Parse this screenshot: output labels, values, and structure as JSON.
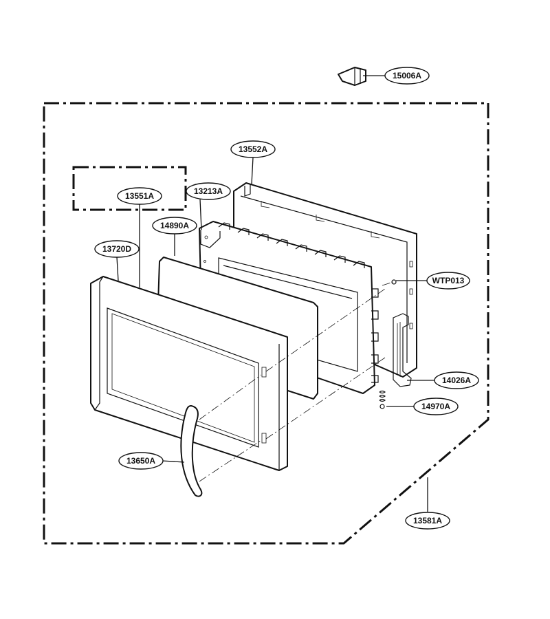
{
  "callouts": {
    "p15006A": "15006A",
    "p13552A": "13552A",
    "p13551A": "13551A",
    "p13213A": "13213A",
    "p14890A": "14890A",
    "p13720D": "13720D",
    "pWTP013": "WTP013",
    "p14026A": "14026A",
    "p14970A": "14970A",
    "p13650A": "13650A",
    "p13581A": "13581A"
  }
}
